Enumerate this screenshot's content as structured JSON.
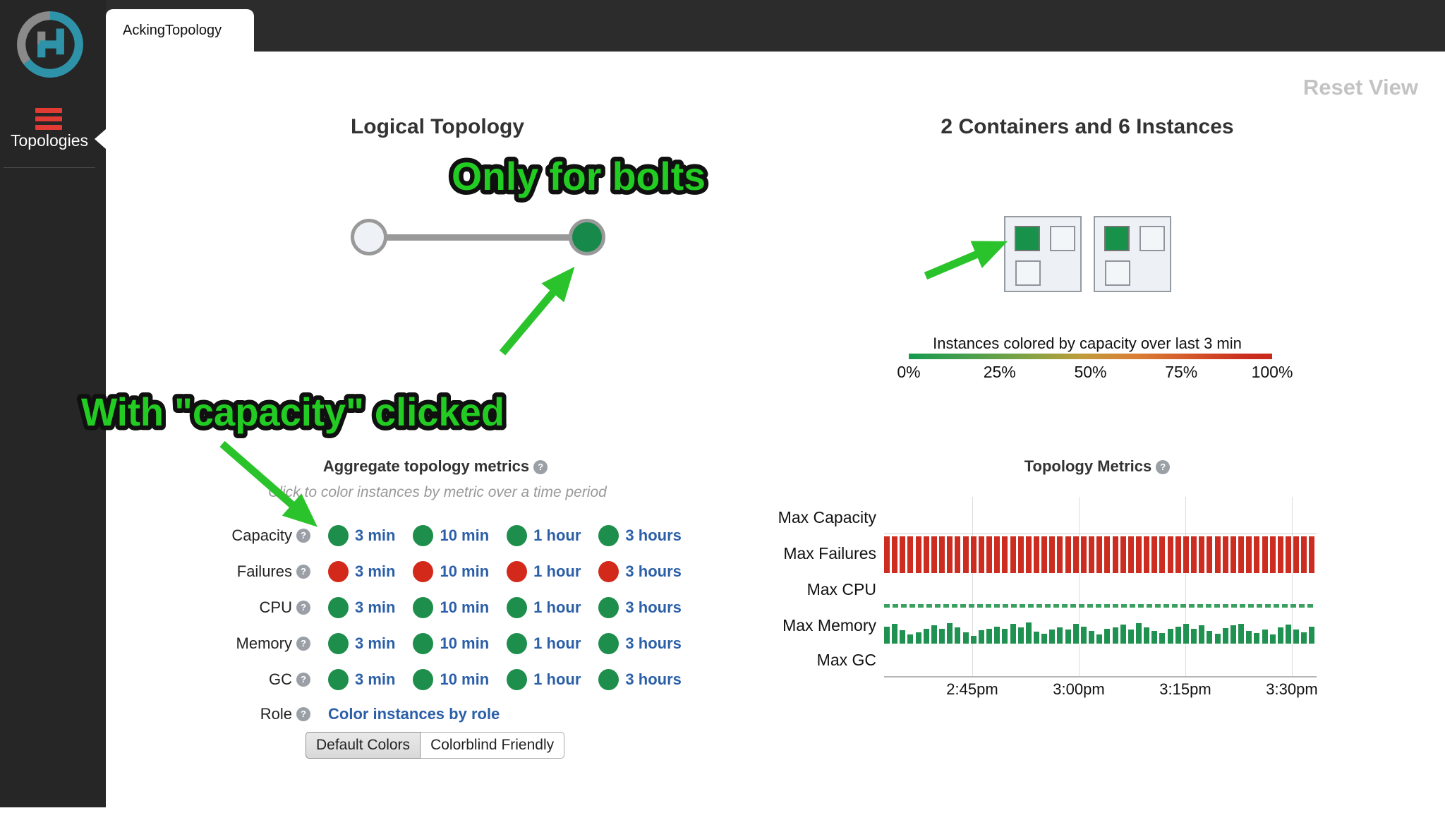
{
  "window": {
    "tab": "AckingTopology",
    "reset_view": "Reset View"
  },
  "sidebar": {
    "item": "Topologies"
  },
  "annotations": {
    "bolts": "Only for bolts",
    "capacity": "With \"capacity\" clicked"
  },
  "logical_topology": {
    "title": "Logical Topology",
    "nodes": [
      {
        "type": "spout",
        "fill": "#eef1f5"
      },
      {
        "type": "bolt",
        "fill": "#17894a"
      }
    ]
  },
  "containers_panel": {
    "title": "2 Containers and 6 Instances",
    "containers": [
      {
        "instances": [
          "green",
          "empty",
          "empty"
        ]
      },
      {
        "instances": [
          "green",
          "empty",
          "empty"
        ]
      }
    ],
    "scale": {
      "label": "Instances colored by capacity over last 3 min",
      "ticks": [
        "0%",
        "25%",
        "50%",
        "75%",
        "100%"
      ],
      "gradient_ends": [
        "#179a4e",
        "#c9271b"
      ]
    }
  },
  "aggregate_metrics": {
    "title": "Aggregate topology metrics",
    "subtitle": "Click to color instances by metric over a time period",
    "periods": [
      "3 min",
      "10 min",
      "1 hour",
      "3 hours"
    ],
    "rows": [
      {
        "label": "Capacity",
        "dot_color": "#1e8e4c"
      },
      {
        "label": "Failures",
        "dot_color": "#d2291b"
      },
      {
        "label": "CPU",
        "dot_color": "#1e8e4c"
      },
      {
        "label": "Memory",
        "dot_color": "#1e8e4c"
      },
      {
        "label": "GC",
        "dot_color": "#1e8e4c"
      }
    ],
    "role_label": "Role",
    "role_link": "Color instances by role",
    "buttons": [
      "Default Colors",
      "Colorblind Friendly"
    ],
    "active_button": "Default Colors"
  },
  "chart_data": {
    "type": "bar",
    "title": "Topology Metrics",
    "rows": [
      "Max Capacity",
      "Max Failures",
      "Max CPU",
      "Max Memory",
      "Max GC"
    ],
    "x_ticks": [
      "2:45pm",
      "3:00pm",
      "3:15pm",
      "3:30pm"
    ],
    "x_range": "~2:38pm to ~3:33pm",
    "grid": true,
    "series": [
      {
        "name": "Max Capacity",
        "style": "none",
        "values": []
      },
      {
        "name": "Max Failures",
        "style": "bars",
        "color": "#cc2d20",
        "bar_count": 55,
        "constant_value": 100
      },
      {
        "name": "Max CPU",
        "style": "dashed-line",
        "color": "#3aa05f",
        "constant_value": 100
      },
      {
        "name": "Max Memory",
        "style": "bars",
        "color": "#1f9150",
        "values": [
          72,
          83,
          56,
          39,
          47,
          61,
          75,
          61,
          86,
          69,
          47,
          33,
          56,
          61,
          72,
          61,
          83,
          67,
          89,
          50,
          42,
          58,
          69,
          58,
          83,
          72,
          53,
          39,
          61,
          69,
          78,
          58,
          86,
          67,
          53,
          44,
          61,
          72,
          81,
          61,
          75,
          53,
          42,
          64,
          75,
          83,
          53,
          44,
          58,
          39,
          67,
          78,
          58,
          47,
          72
        ]
      },
      {
        "name": "Max GC",
        "style": "none",
        "values": []
      }
    ]
  }
}
